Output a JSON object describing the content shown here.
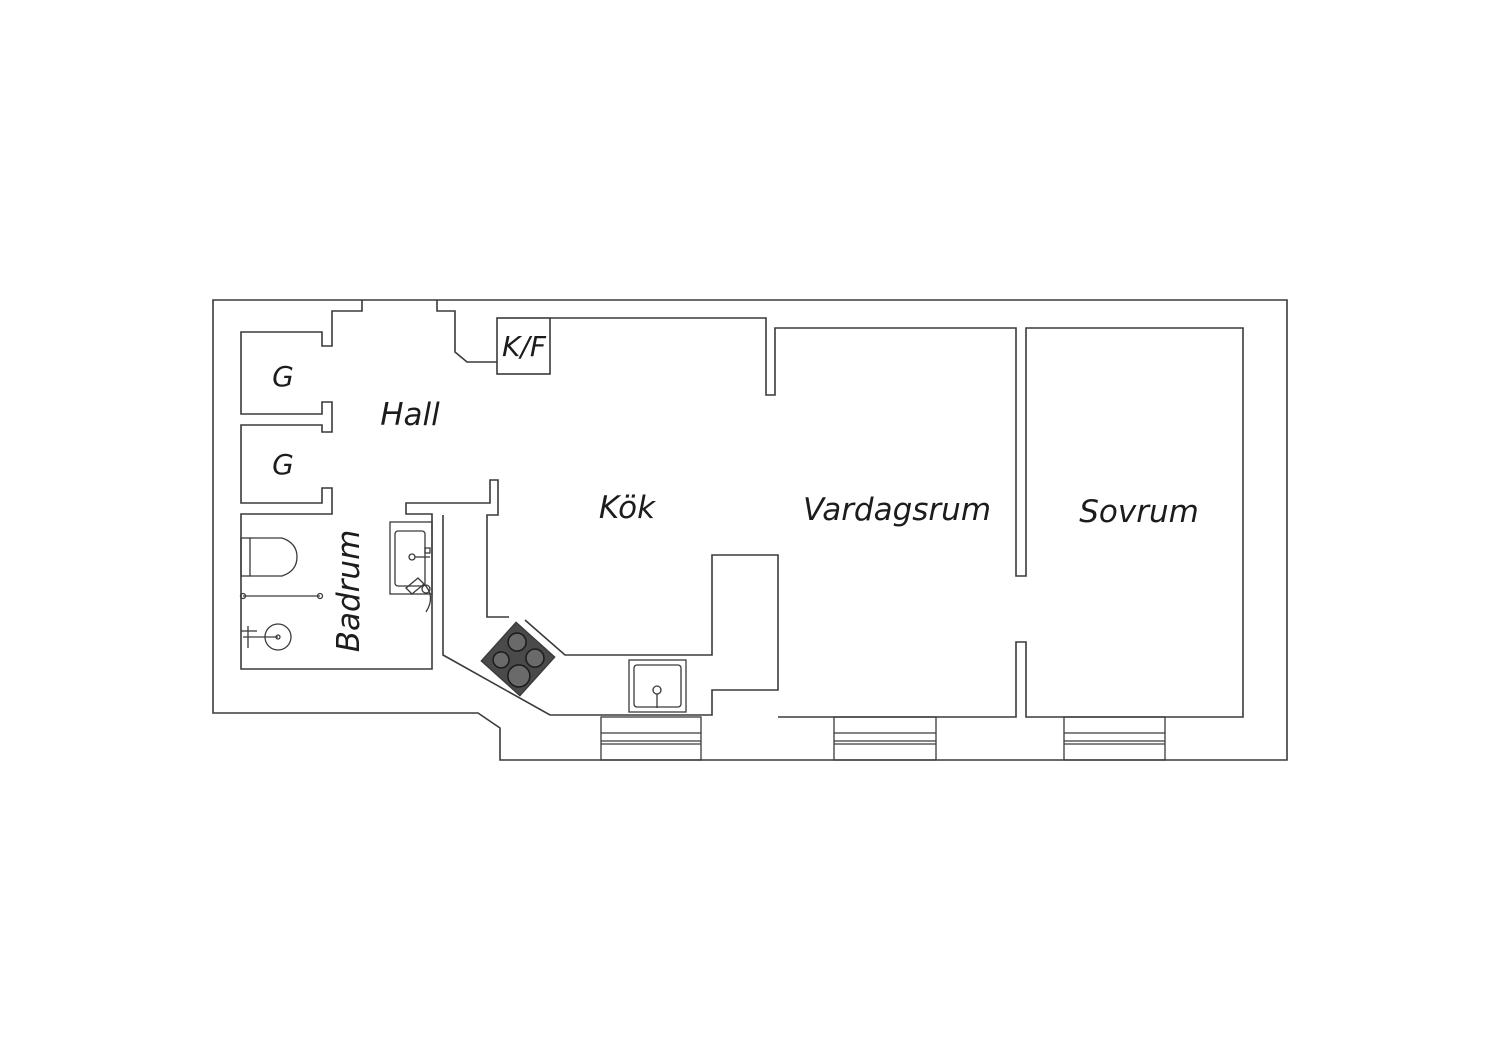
{
  "rooms": {
    "hall": "Hall",
    "kok": "Kök",
    "vardagsrum": "Vardagsrum",
    "sovrum": "Sovrum",
    "badrum": "Badrum",
    "garderob_1": "G",
    "garderob_2": "G",
    "kyl_frys": "K/F"
  },
  "colors": {
    "line": "#3a3a3a",
    "stove": "#4a4a4a",
    "background": "#ffffff"
  }
}
